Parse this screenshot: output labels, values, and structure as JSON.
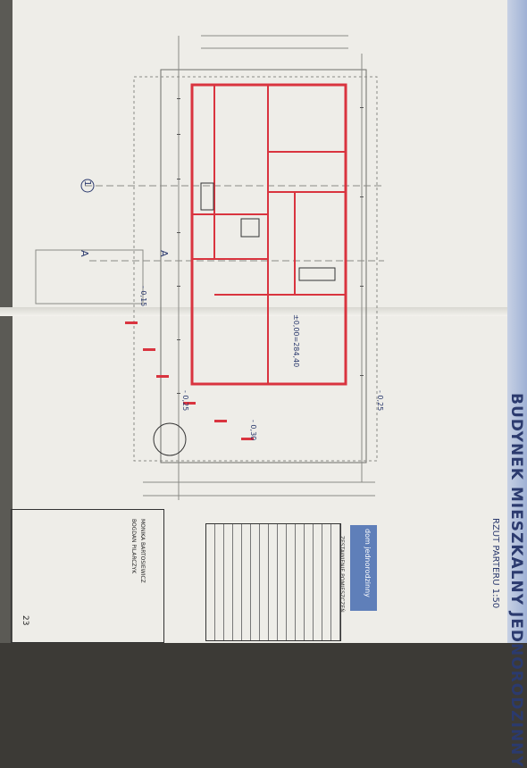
{
  "drawing": {
    "title": "BUDYNEK MIESZKALNY JEDNORODZINNY",
    "subtitle": "RZUT PARTERU 1:50",
    "axis_a_left": "A",
    "axis_a_right": "A",
    "axis_one": "1",
    "level_main": "±0,00=284,40",
    "level_left": "- 0,25",
    "level_right": "- 0,25",
    "level_top": "- 0,15",
    "level_mid": "- 0,30"
  },
  "legend": {
    "label": "dom jednorodzinny",
    "small": "ZESTAWIENIE POMIESZCZEŃ"
  },
  "stamp": {
    "line1": "MONIKA BARTOSIEWICZ",
    "line2": "BOGDAN PILARCZYK",
    "sheet_no": "23"
  },
  "colors": {
    "paper": "#eeede8",
    "wall_red": "#d9343f",
    "ink_blue": "#2b3a6e",
    "legend_blue": "#5f7fb9"
  }
}
